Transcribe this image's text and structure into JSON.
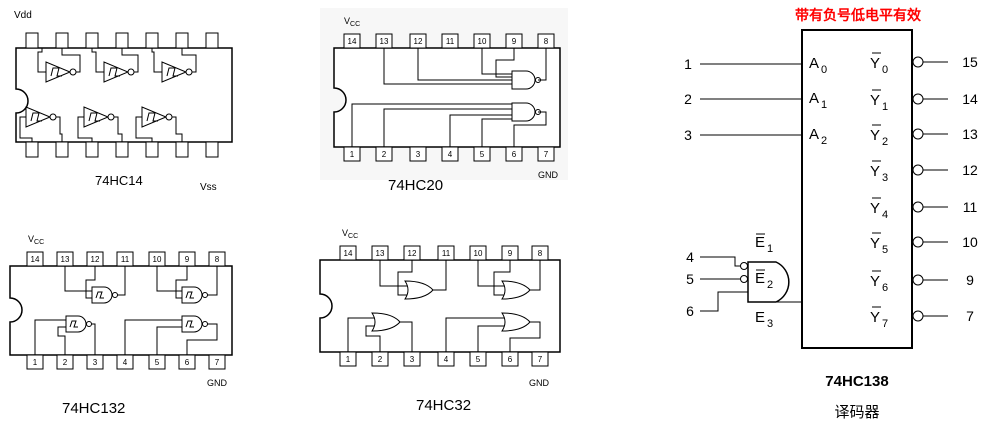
{
  "chips": {
    "hc14": {
      "name": "74HC14",
      "vdd": "Vdd",
      "vss": "Vss"
    },
    "hc20": {
      "name": "74HC20",
      "vcc_main": "V",
      "vcc_sub": "CC",
      "gnd": "GND",
      "top_pins": [
        "14",
        "13",
        "12",
        "11",
        "10",
        "9",
        "8"
      ],
      "bottom_pins": [
        "1",
        "2",
        "3",
        "4",
        "5",
        "6",
        "7"
      ]
    },
    "hc132": {
      "name": "74HC132",
      "vcc_main": "V",
      "vcc_sub": "CC",
      "gnd": "GND",
      "top_pins": [
        "14",
        "13",
        "12",
        "11",
        "10",
        "9",
        "8"
      ],
      "bottom_pins": [
        "1",
        "2",
        "3",
        "4",
        "5",
        "6",
        "7"
      ]
    },
    "hc32": {
      "name": "74HC32",
      "vcc_main": "V",
      "vcc_sub": "CC",
      "gnd": "GND",
      "top_pins": [
        "14",
        "13",
        "12",
        "11",
        "10",
        "9",
        "8"
      ],
      "bottom_pins": [
        "1",
        "2",
        "3",
        "4",
        "5",
        "6",
        "7"
      ]
    },
    "hc138": {
      "caption": "带有负号低电平有效",
      "name": "74HC138",
      "subtitle": "译码器",
      "inputs": [
        {
          "pin": "1",
          "main": "A",
          "sub": "0"
        },
        {
          "pin": "2",
          "main": "A",
          "sub": "1"
        },
        {
          "pin": "3",
          "main": "A",
          "sub": "2"
        }
      ],
      "enables": [
        {
          "pin": "4",
          "main": "E",
          "sub": "1"
        },
        {
          "pin": "5",
          "main": "E",
          "sub": "2"
        },
        {
          "pin": "6",
          "main": "E",
          "sub": "3"
        }
      ],
      "outputs": [
        {
          "pin": "15",
          "main": "Y",
          "sub": "0"
        },
        {
          "pin": "14",
          "main": "Y",
          "sub": "1"
        },
        {
          "pin": "13",
          "main": "Y",
          "sub": "2"
        },
        {
          "pin": "12",
          "main": "Y",
          "sub": "3"
        },
        {
          "pin": "11",
          "main": "Y",
          "sub": "4"
        },
        {
          "pin": "10",
          "main": "Y",
          "sub": "5"
        },
        {
          "pin": "9",
          "main": "Y",
          "sub": "6"
        },
        {
          "pin": "7",
          "main": "Y",
          "sub": "7"
        }
      ]
    }
  },
  "colors": {
    "caption": "#ff0000",
    "line": "#000000"
  }
}
